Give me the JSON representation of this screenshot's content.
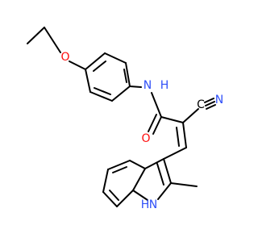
{
  "molecule": {
    "atoms": {
      "oxygen_ether": {
        "text": "O",
        "color": "#ff0d0d"
      },
      "nitrogen_amide": {
        "text": "N",
        "color": "#3050f8"
      },
      "hydrogen_amide": {
        "text": "H",
        "color": "#3050f8"
      },
      "oxygen_carbonyl": {
        "text": "O",
        "color": "#ff0d0d"
      },
      "nitrile_carbon": {
        "text": "C",
        "color": "#000000"
      },
      "nitrile_nitrogen": {
        "text": "N",
        "color": "#3050f8"
      },
      "indole_nitrogen": {
        "text": "N",
        "color": "#3050f8"
      },
      "indole_hydrogen": {
        "text": "H",
        "color": "#3050f8"
      }
    }
  }
}
